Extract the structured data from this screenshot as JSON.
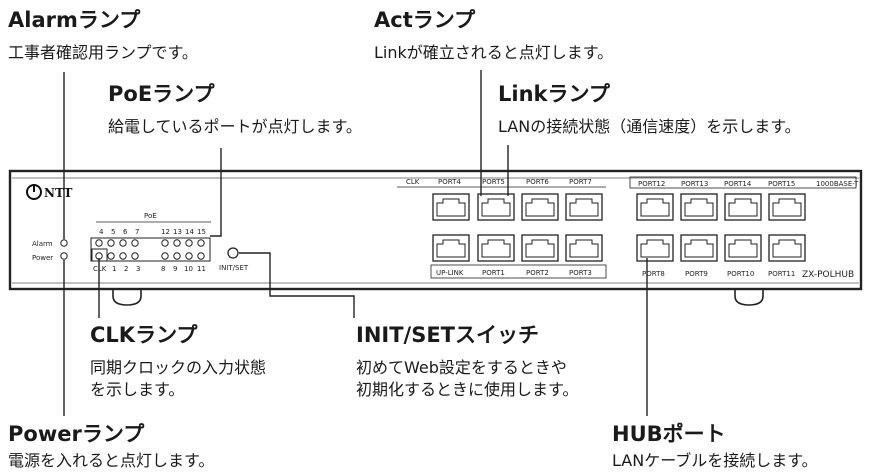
{
  "callouts": {
    "alarm": {
      "title": "Alarmランプ",
      "desc": "工事者確認用ランプです。"
    },
    "act": {
      "title": "Actランプ",
      "desc": "Linkが確立されると点灯します。"
    },
    "poe": {
      "title": "PoEランプ",
      "desc": "給電しているポートが点灯します。"
    },
    "link": {
      "title": "Linkランプ",
      "desc": "LANの接続状態（通信速度）を示します。"
    },
    "clk": {
      "title": "CLKランプ",
      "desc_lines": [
        "同期クロックの入力状態",
        "を示します。"
      ]
    },
    "init": {
      "title": "INIT/SETスイッチ",
      "desc_lines": [
        "初めてWeb設定をするときや",
        "初期化するときに使用します。"
      ]
    },
    "power": {
      "title": "Powerランプ",
      "desc": "電源を入れると点灯します。"
    },
    "hub": {
      "title": "HUBポート",
      "desc": "LANケーブルを接続します。"
    }
  },
  "device": {
    "brand": "NTT",
    "model": "ZX-POLHUB",
    "speed": "1000BASE-T",
    "led_labels": {
      "alarm": "Alarm",
      "power": "Power",
      "poe": "PoE",
      "clk": "CLK",
      "init_set": "INIT/SET"
    },
    "poe_top_numbers": [
      "4",
      "5",
      "6",
      "7",
      "12",
      "13",
      "14",
      "15"
    ],
    "poe_bottom_numbers": [
      "1",
      "2",
      "3",
      "8",
      "9",
      "10",
      "11"
    ],
    "left_top_labels": [
      "CLK",
      "PORT4",
      "PORT5",
      "PORT6",
      "PORT7"
    ],
    "left_bottom_labels": [
      "UP-LINK",
      "PORT1",
      "PORT2",
      "PORT3"
    ],
    "right_top_labels": [
      "PORT12",
      "PORT13",
      "PORT14",
      "PORT15"
    ],
    "right_bottom_labels": [
      "PORT8",
      "PORT9",
      "PORT10",
      "PORT11"
    ]
  }
}
